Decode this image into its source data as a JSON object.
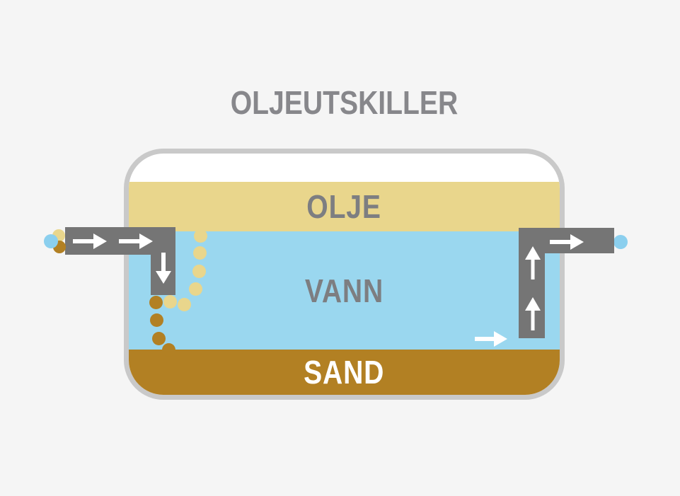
{
  "title": "OLJEUTSKILLER",
  "tank": {
    "layers": [
      {
        "id": "oil",
        "label": "OLJE"
      },
      {
        "id": "water",
        "label": "VANN"
      },
      {
        "id": "sand",
        "label": "SAND"
      }
    ]
  },
  "flow": {
    "inlet_droplets": [
      "water",
      "oil",
      "sediment"
    ],
    "rising_oil_droplet_count": 6,
    "sinking_sediment_count": 4,
    "outlet_droplets": [
      "water"
    ],
    "inlet_arrow_count": 3,
    "outlet_arrow_count": 3,
    "water_flow_arrow_count": 1
  },
  "icons": {
    "flow_right": "arrow-right-icon",
    "flow_down": "arrow-down-icon",
    "flow_up": "arrow-up-icon"
  },
  "colors": {
    "background": "#f5f5f5",
    "title_text": "#87878b",
    "label_text": "#7d7e81",
    "sand_label_text": "#ffffff",
    "tank_border": "#c9c9c9",
    "tank_interior": "#ffffff",
    "oil": "#e9d68c",
    "water": "#9ad7ef",
    "sand": "#b28023",
    "pipe": "#757575",
    "arrow": "#ffffff",
    "droplet_blue": "#8bcfee"
  }
}
